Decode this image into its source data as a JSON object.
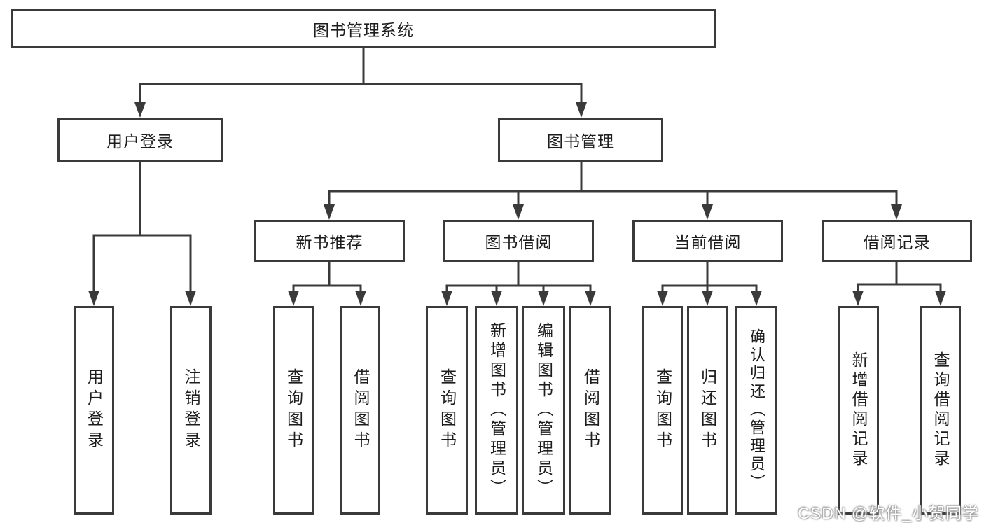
{
  "diagram": {
    "type": "tree",
    "line_color": "#3a3a3a",
    "text_color": "#1d1d1d",
    "background": "#ffffff",
    "root": {
      "label": "图书管理系统",
      "children": [
        {
          "label": "用户登录",
          "children": [
            {
              "label": "用户登录"
            },
            {
              "label": "注销登录"
            }
          ]
        },
        {
          "label": "图书管理",
          "children": [
            {
              "label": "新书推荐",
              "children": [
                {
                  "label": "查询图书"
                },
                {
                  "label": "借阅图书"
                }
              ]
            },
            {
              "label": "图书借阅",
              "children": [
                {
                  "label": "查询图书"
                },
                {
                  "label": "新增图书（管理员）"
                },
                {
                  "label": "编辑图书（管理员）"
                },
                {
                  "label": "借阅图书"
                }
              ]
            },
            {
              "label": "当前借阅",
              "children": [
                {
                  "label": "查询图书"
                },
                {
                  "label": "归还图书"
                },
                {
                  "label": "确认归还（管理员）"
                }
              ]
            },
            {
              "label": "借阅记录",
              "children": [
                {
                  "label": "新增借阅记录"
                },
                {
                  "label": "查询借阅记录"
                }
              ]
            }
          ]
        }
      ]
    }
  },
  "watermark": {
    "text": "CSDN @软件_小贺同学"
  }
}
